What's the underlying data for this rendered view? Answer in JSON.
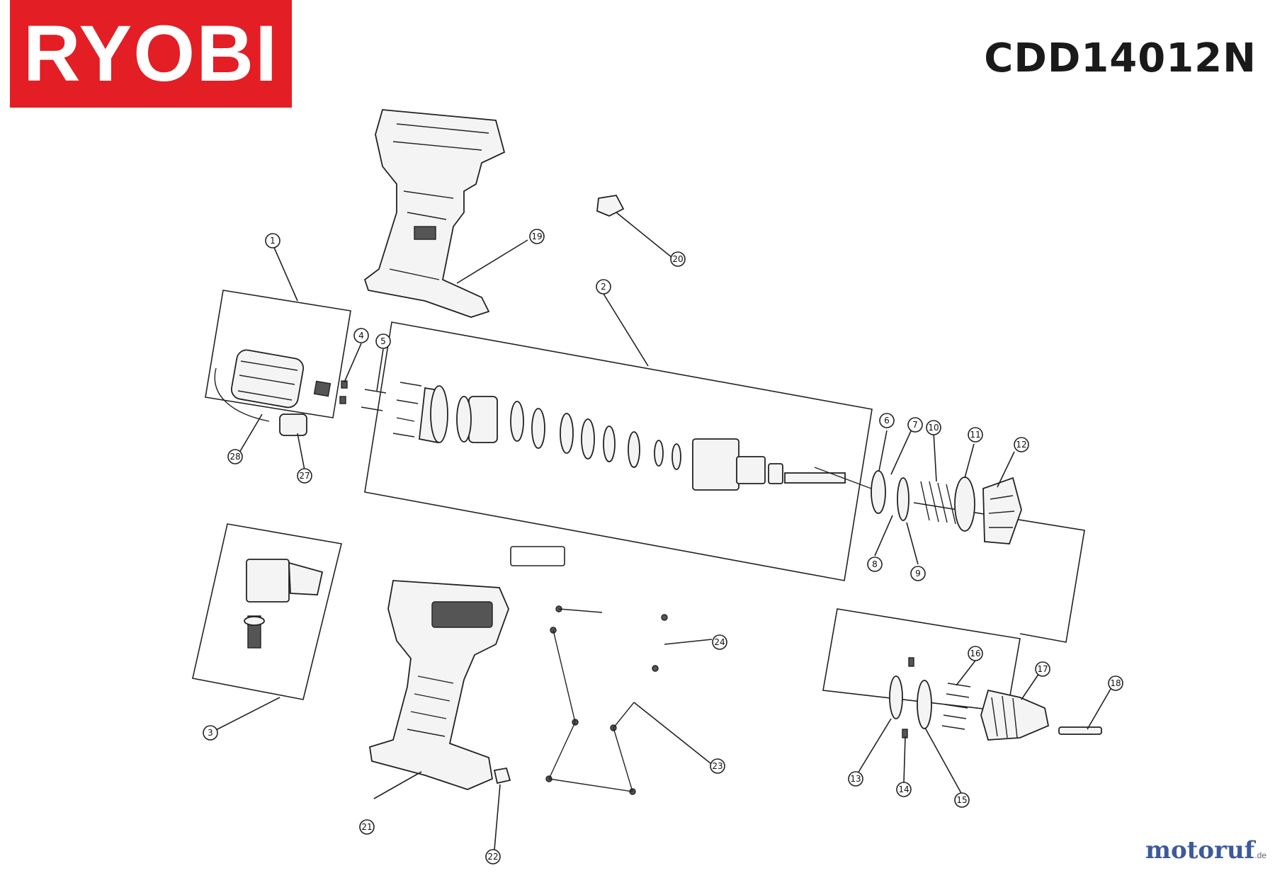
{
  "brand": {
    "logo_text": "RYOBI",
    "logo_color": "#e31e24"
  },
  "model": "CDD14012N",
  "watermark": {
    "name": "motoruf",
    "tld": ".de"
  },
  "callouts": [
    "1",
    "2",
    "3",
    "4",
    "5",
    "6",
    "7",
    "8",
    "9",
    "10",
    "11",
    "12",
    "13",
    "14",
    "15",
    "16",
    "17",
    "18",
    "19",
    "20",
    "21",
    "22",
    "23",
    "24",
    "27",
    "28"
  ],
  "label_box": ""
}
